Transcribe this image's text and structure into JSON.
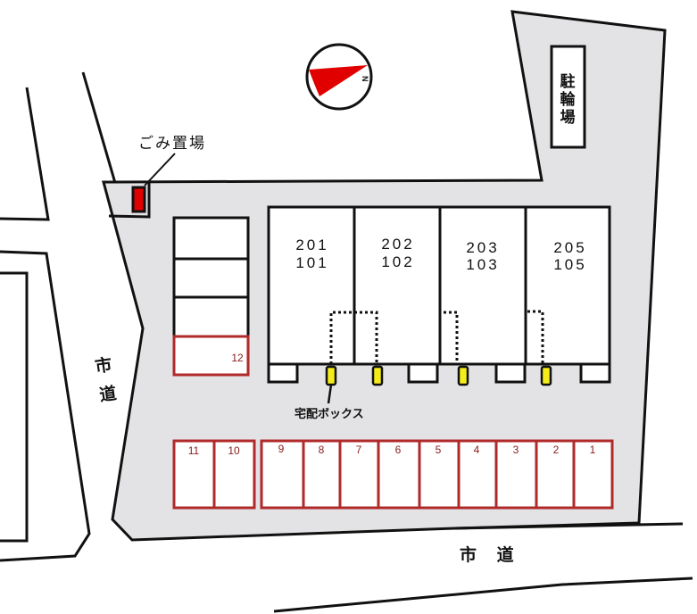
{
  "colors": {
    "lot_fill": "#e3e3e5",
    "line": "#111111",
    "parking_border": "#b02a2a",
    "garbage": "#e00000",
    "delivery_box": "#f4ec1a",
    "compass_red": "#e00000"
  },
  "compass": {
    "label": "N",
    "icon": "north-arrow-icon"
  },
  "garbage": {
    "label": "ごみ置場"
  },
  "bicycle_parking": {
    "label_lines": [
      "駐",
      "輪",
      "場"
    ]
  },
  "delivery_box": {
    "label": "宅配ボックス"
  },
  "roads": {
    "west": {
      "label_lines": [
        "市",
        "道"
      ]
    },
    "south": {
      "label": "市 道"
    }
  },
  "units": [
    {
      "upper": "201",
      "lower": "101"
    },
    {
      "upper": "202",
      "lower": "102"
    },
    {
      "upper": "203",
      "lower": "103"
    },
    {
      "upper": "205",
      "lower": "105"
    }
  ],
  "parking": {
    "side_space": "12",
    "row": [
      "11",
      "10",
      "9",
      "8",
      "7",
      "6",
      "5",
      "4",
      "3",
      "2",
      "1"
    ]
  }
}
